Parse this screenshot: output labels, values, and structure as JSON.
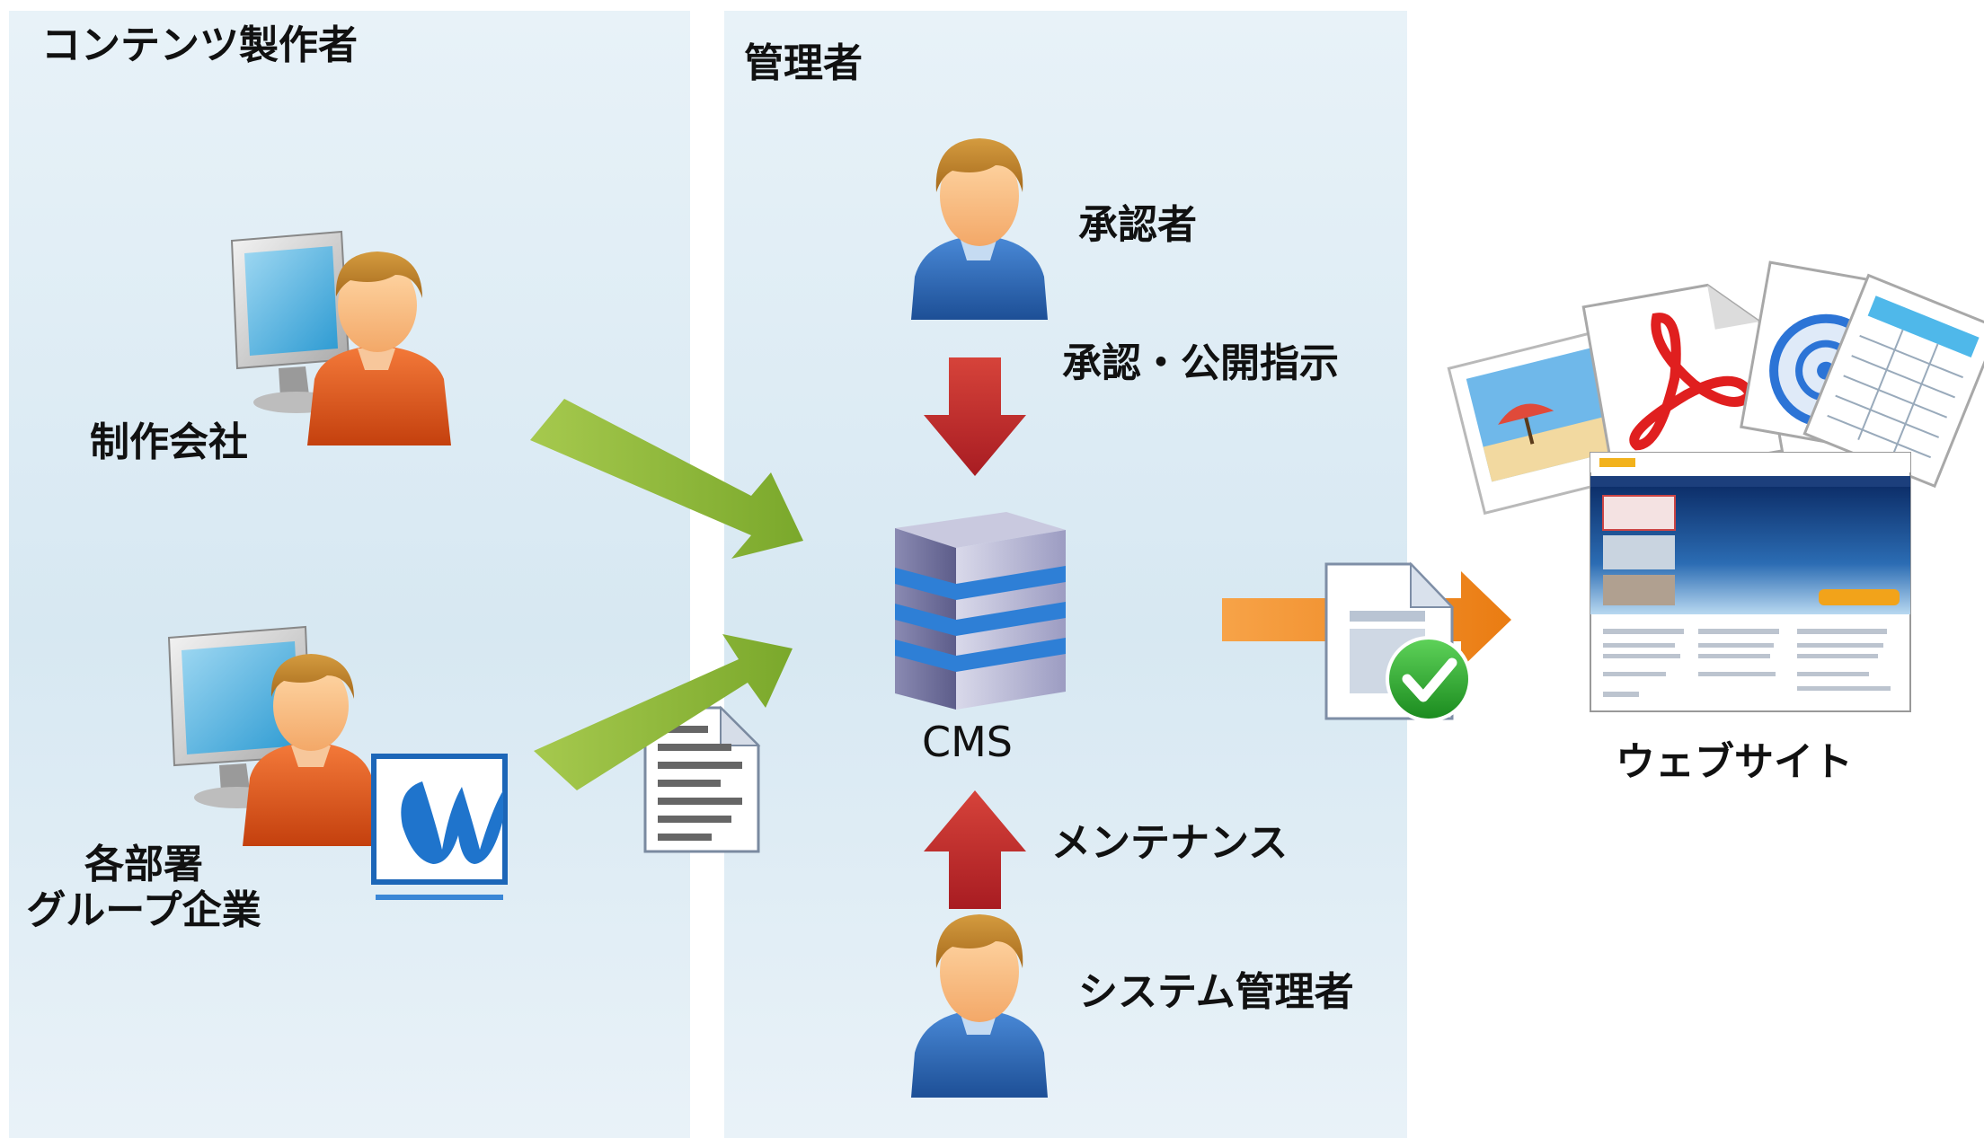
{
  "panels": {
    "left_title": "コンテンツ製作者",
    "middle_title": "管理者"
  },
  "actors": {
    "production_company": "制作会社",
    "departments": "各部署",
    "group_companies": "グループ企業",
    "approver": "承認者",
    "system_admin": "システム管理者"
  },
  "flows": {
    "approve_publish": "承認・公開指示",
    "maintenance": "メンテナンス"
  },
  "system": {
    "cms": "CMS",
    "website": "ウェブサイト"
  },
  "icons": [
    "computer-user-icon",
    "person-icon",
    "word-document-icon",
    "text-document-icon",
    "server-icon",
    "approved-document-icon",
    "image-file-icon",
    "pdf-file-icon",
    "disc-file-icon",
    "spreadsheet-file-icon",
    "website-screenshot-icon"
  ],
  "colors": {
    "panel": "#dcebf4",
    "green_arrow": "#8fbb3a",
    "red_arrow": "#c2282c",
    "orange_arrow": "#f08c1e",
    "server_stripe": "#2e7fd6",
    "user_orange": "#e1561c",
    "user_blue": "#2b68b8"
  }
}
